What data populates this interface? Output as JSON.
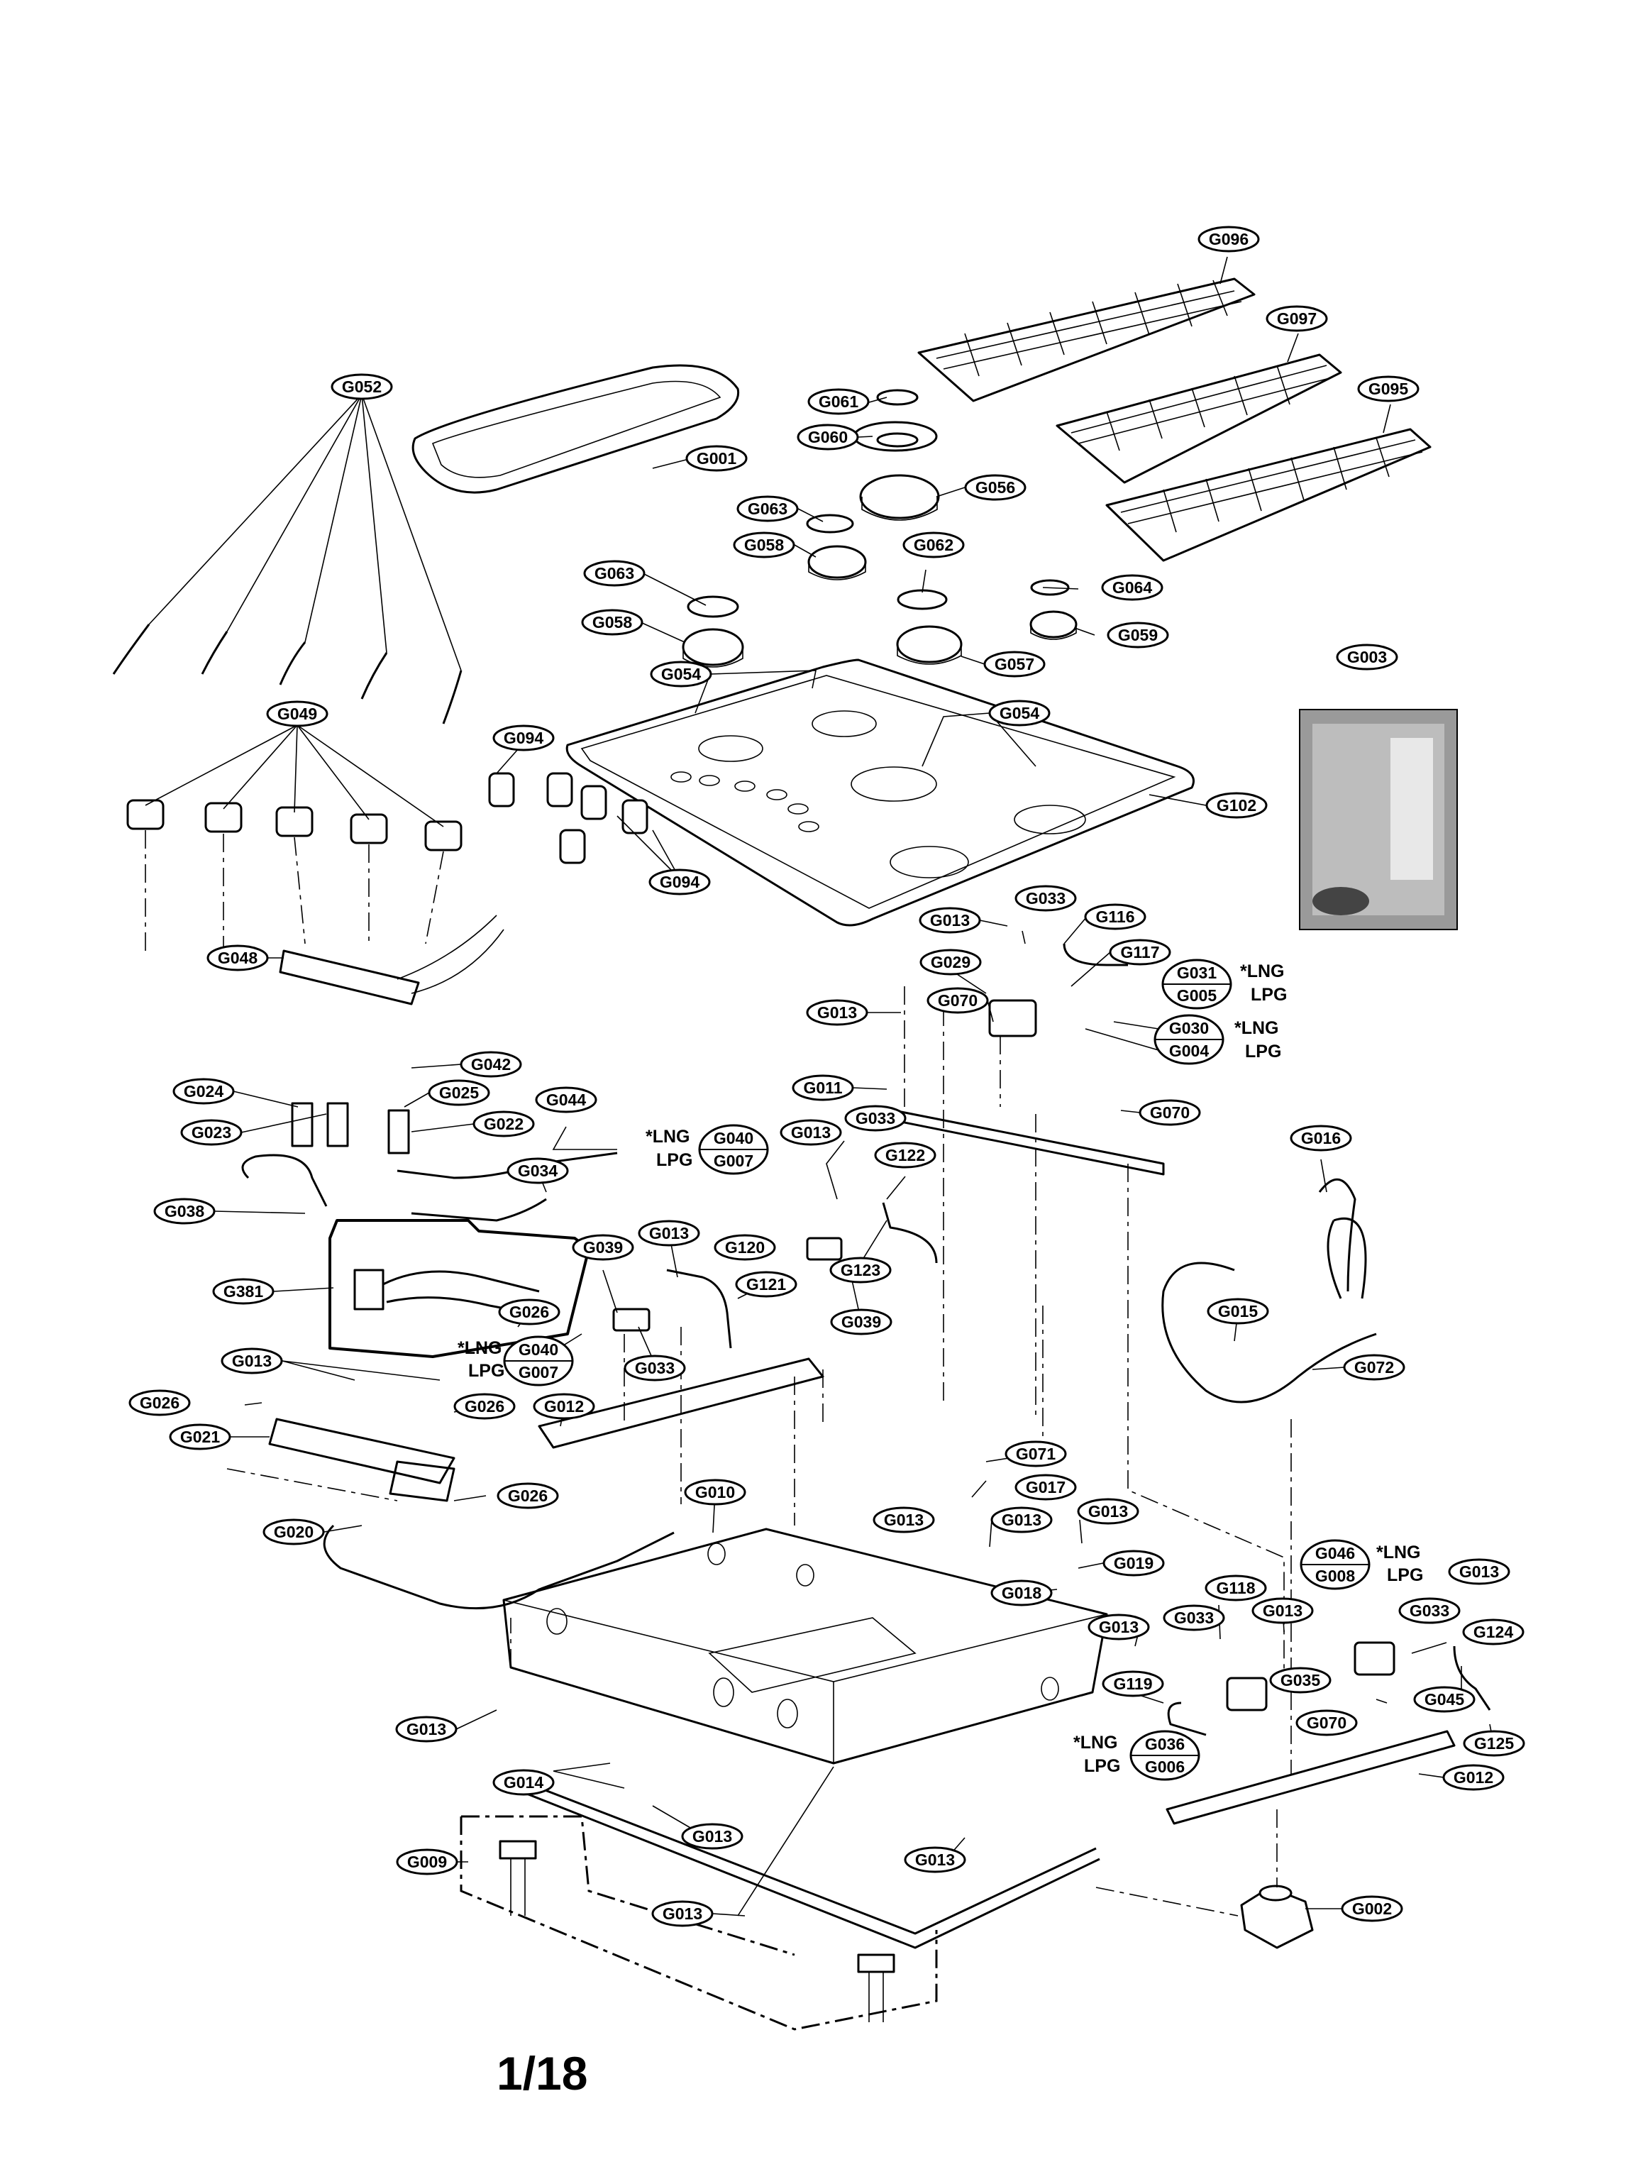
{
  "diagram": {
    "page_number": "1/18",
    "fuel_note_lng": "*LNG",
    "fuel_note_lpg": "LPG",
    "callouts": {
      "G096": "G096",
      "G097": "G097",
      "G095": "G095",
      "G001": "G001",
      "G061": "G061",
      "G060": "G060",
      "G056": "G056",
      "G063a": "G063",
      "G063b": "G063",
      "G058a": "G058",
      "G058b": "G058",
      "G062": "G062",
      "G064": "G064",
      "G059": "G059",
      "G057": "G057",
      "G054a": "G054",
      "G054b": "G054",
      "G052": "G052",
      "G049": "G049",
      "G094a": "G094",
      "G094b": "G094",
      "G102": "G102",
      "G003": "G003",
      "G013a": "G013",
      "G033a": "G033",
      "G116": "G116",
      "G117": "G117",
      "G029": "G029",
      "G031": "G031",
      "G005": "G005",
      "G013b": "G013",
      "G070a": "G070",
      "G030": "G030",
      "G004": "G004",
      "G048": "G048",
      "G042": "G042",
      "G024": "G024",
      "G025": "G025",
      "G044": "G044",
      "G023": "G023",
      "G022": "G022",
      "G011": "G011",
      "G070b": "G070",
      "G016": "G016",
      "G040a": "G040",
      "G007a": "G007",
      "G013c": "G013",
      "G033b": "G033",
      "G122": "G122",
      "G034": "G034",
      "G038": "G038",
      "G039a": "G039",
      "G013d": "G013",
      "G120": "G120",
      "G121": "G121",
      "G123": "G123",
      "G381": "G381",
      "G026a": "G026",
      "G039b": "G039",
      "G015": "G015",
      "G040b": "G040",
      "G007b": "G007",
      "G033c": "G033",
      "G013e": "G013",
      "G072": "G072",
      "G026b": "G026",
      "G026c": "G026",
      "G012a": "G012",
      "G021": "G021",
      "G071": "G071",
      "G017": "G017",
      "G026d": "G026",
      "G010": "G010",
      "G013f": "G013",
      "G013g": "G013",
      "G013h": "G013",
      "G020": "G020",
      "G019": "G019",
      "G046": "G046",
      "G008": "G008",
      "G018": "G018",
      "G013i": "G013",
      "G118": "G118",
      "G033d": "G033",
      "G013j": "G013",
      "G033e": "G033",
      "G124": "G124",
      "G013k": "G013",
      "G119": "G119",
      "G035": "G035",
      "G045": "G045",
      "G070c": "G070",
      "G013l": "G013",
      "G125": "G125",
      "G036": "G036",
      "G006": "G006",
      "G014": "G014",
      "G012b": "G012",
      "G013m": "G013",
      "G009": "G009",
      "G013n": "G013",
      "G013o": "G013",
      "G002": "G002"
    }
  }
}
